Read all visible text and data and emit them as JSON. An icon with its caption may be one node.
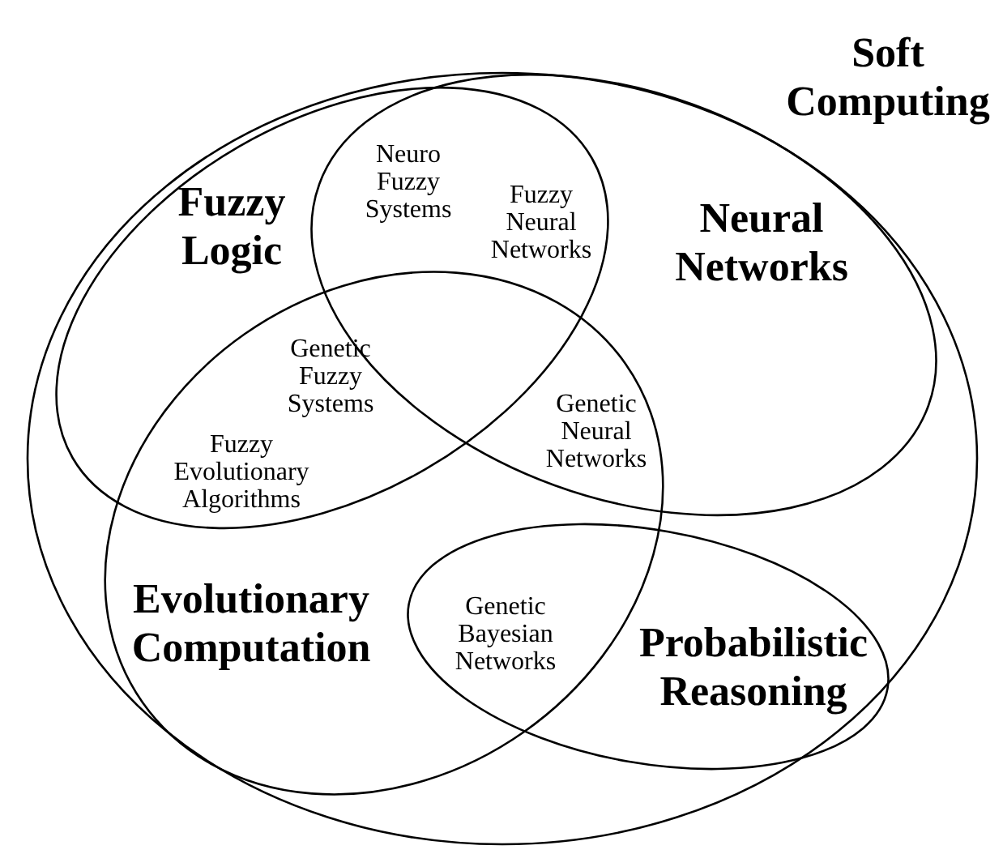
{
  "diagram": {
    "nodes": [
      {
        "text": [
          "Soft Computing"
        ]
      },
      {
        "text": [
          "Fuzzy Logic"
        ],
        "in": 0
      },
      {
        "text": [
          "Neural Networks"
        ],
        "in": 0
      },
      {
        "text": [
          "Evolutionary Computation"
        ],
        "in": 0
      },
      {
        "text": [
          "Probabilistic Reasoning"
        ],
        "in": 0
      }
    ],
    "edges": [],
    "labels": [
      "Neuro Fuzzy Systems",
      "Fuzzy Neural Networks",
      "Genetic Fuzzy Systems",
      "Genetic Neural Networks",
      "Fuzzy Evolutionary Algorithms",
      "Genetic Bayesian Networks"
    ]
  }
}
